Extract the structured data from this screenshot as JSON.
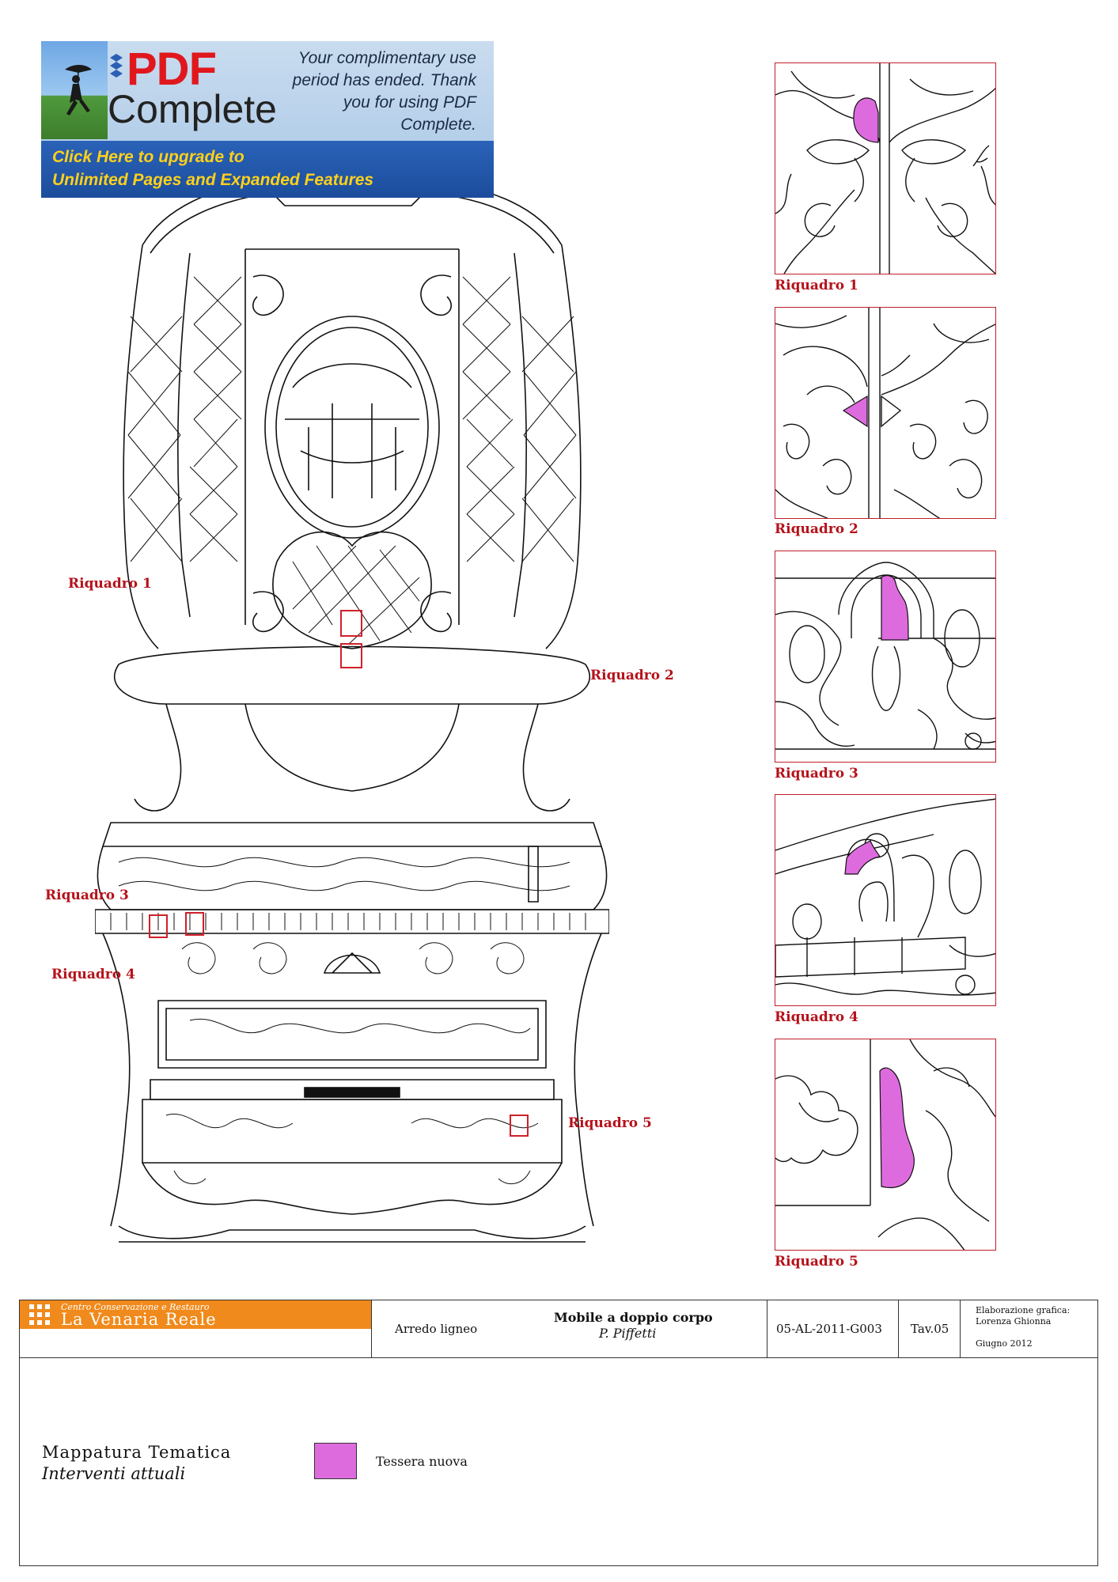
{
  "banner": {
    "brand_top": "PDF",
    "brand_bottom": "Complete",
    "message": "Your complimentary use period has ended. Thank you for using PDF Complete.",
    "cta_line1": "Click Here to upgrade to",
    "cta_line2": "Unlimited Pages and Expanded Features"
  },
  "callouts": {
    "r1": "Riquadro 1",
    "r2": "Riquadro 2",
    "r3": "Riquadro 3",
    "r4": "Riquadro 4",
    "r5": "Riquadro 5"
  },
  "details": [
    {
      "label": "Riquadro 1"
    },
    {
      "label": "Riquadro 2"
    },
    {
      "label": "Riquadro 3"
    },
    {
      "label": "Riquadro 4"
    },
    {
      "label": "Riquadro 5"
    }
  ],
  "colors": {
    "highlight": "#dd6bde",
    "marker": "#c0202a",
    "logo": "#f08a1c"
  },
  "titleblock": {
    "logo_line1": "Centro Conservazione e Restauro",
    "logo_line2": "La Venaria Reale",
    "category": "Arredo ligneo",
    "object": "Mobile a doppio corpo",
    "author": "P. Piffetti",
    "code": "05-AL-2011-G003",
    "sheet": "Tav.05",
    "credit_label": "Elaborazione grafica:",
    "credit_name": "Lorenza Ghionna",
    "date": "Giugno  2012",
    "map_title": "Mappatura Tematica",
    "map_subtitle": "Interventi attuali",
    "legend_label": "Tessera nuova"
  }
}
